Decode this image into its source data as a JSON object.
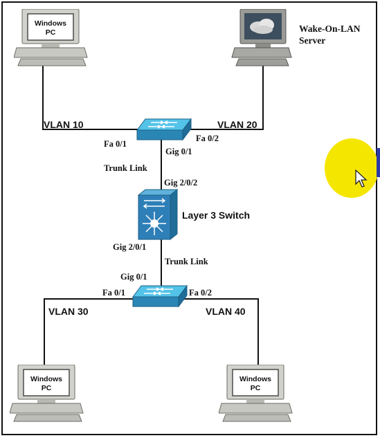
{
  "diagram": {
    "server_label": {
      "line1": "Wake-On-LAN",
      "line2": "Server"
    },
    "pc_top_left": {
      "line1": "Windows",
      "line2": "PC"
    },
    "pc_bottom_left": {
      "line1": "Windows",
      "line2": "PC"
    },
    "pc_bottom_right": {
      "line1": "Windows",
      "line2": "PC"
    },
    "vlans": {
      "v10": "VLAN 10",
      "v20": "VLAN 20",
      "v30": "VLAN 30",
      "v40": "VLAN 40"
    },
    "top_switch_ports": {
      "left": "Fa 0/1",
      "right": "Fa 0/2",
      "uplink": "Gig 0/1"
    },
    "bottom_switch_ports": {
      "left": "Fa 0/1",
      "right": "Fa 0/2",
      "uplink": "Gig 0/1"
    },
    "core": {
      "label": "Layer 3 Switch",
      "port_top": "Gig 2/0/2",
      "port_bottom": "Gig 2/0/1"
    },
    "trunks": {
      "top": "Trunk Link",
      "bottom": "Trunk Link"
    }
  },
  "colors": {
    "switch_top": "#54c3e8",
    "switch_side": "#2a86b5",
    "l3_switch_body": "#2e7fb8",
    "computer_body": "#d2d2cc",
    "line": "#111111",
    "cursor_highlight": "#f5e600"
  },
  "icons": [
    "desktop-computer-icon",
    "server-computer-icon",
    "workgroup-switch-icon",
    "layer3-switch-icon",
    "mouse-pointer-icon"
  ]
}
